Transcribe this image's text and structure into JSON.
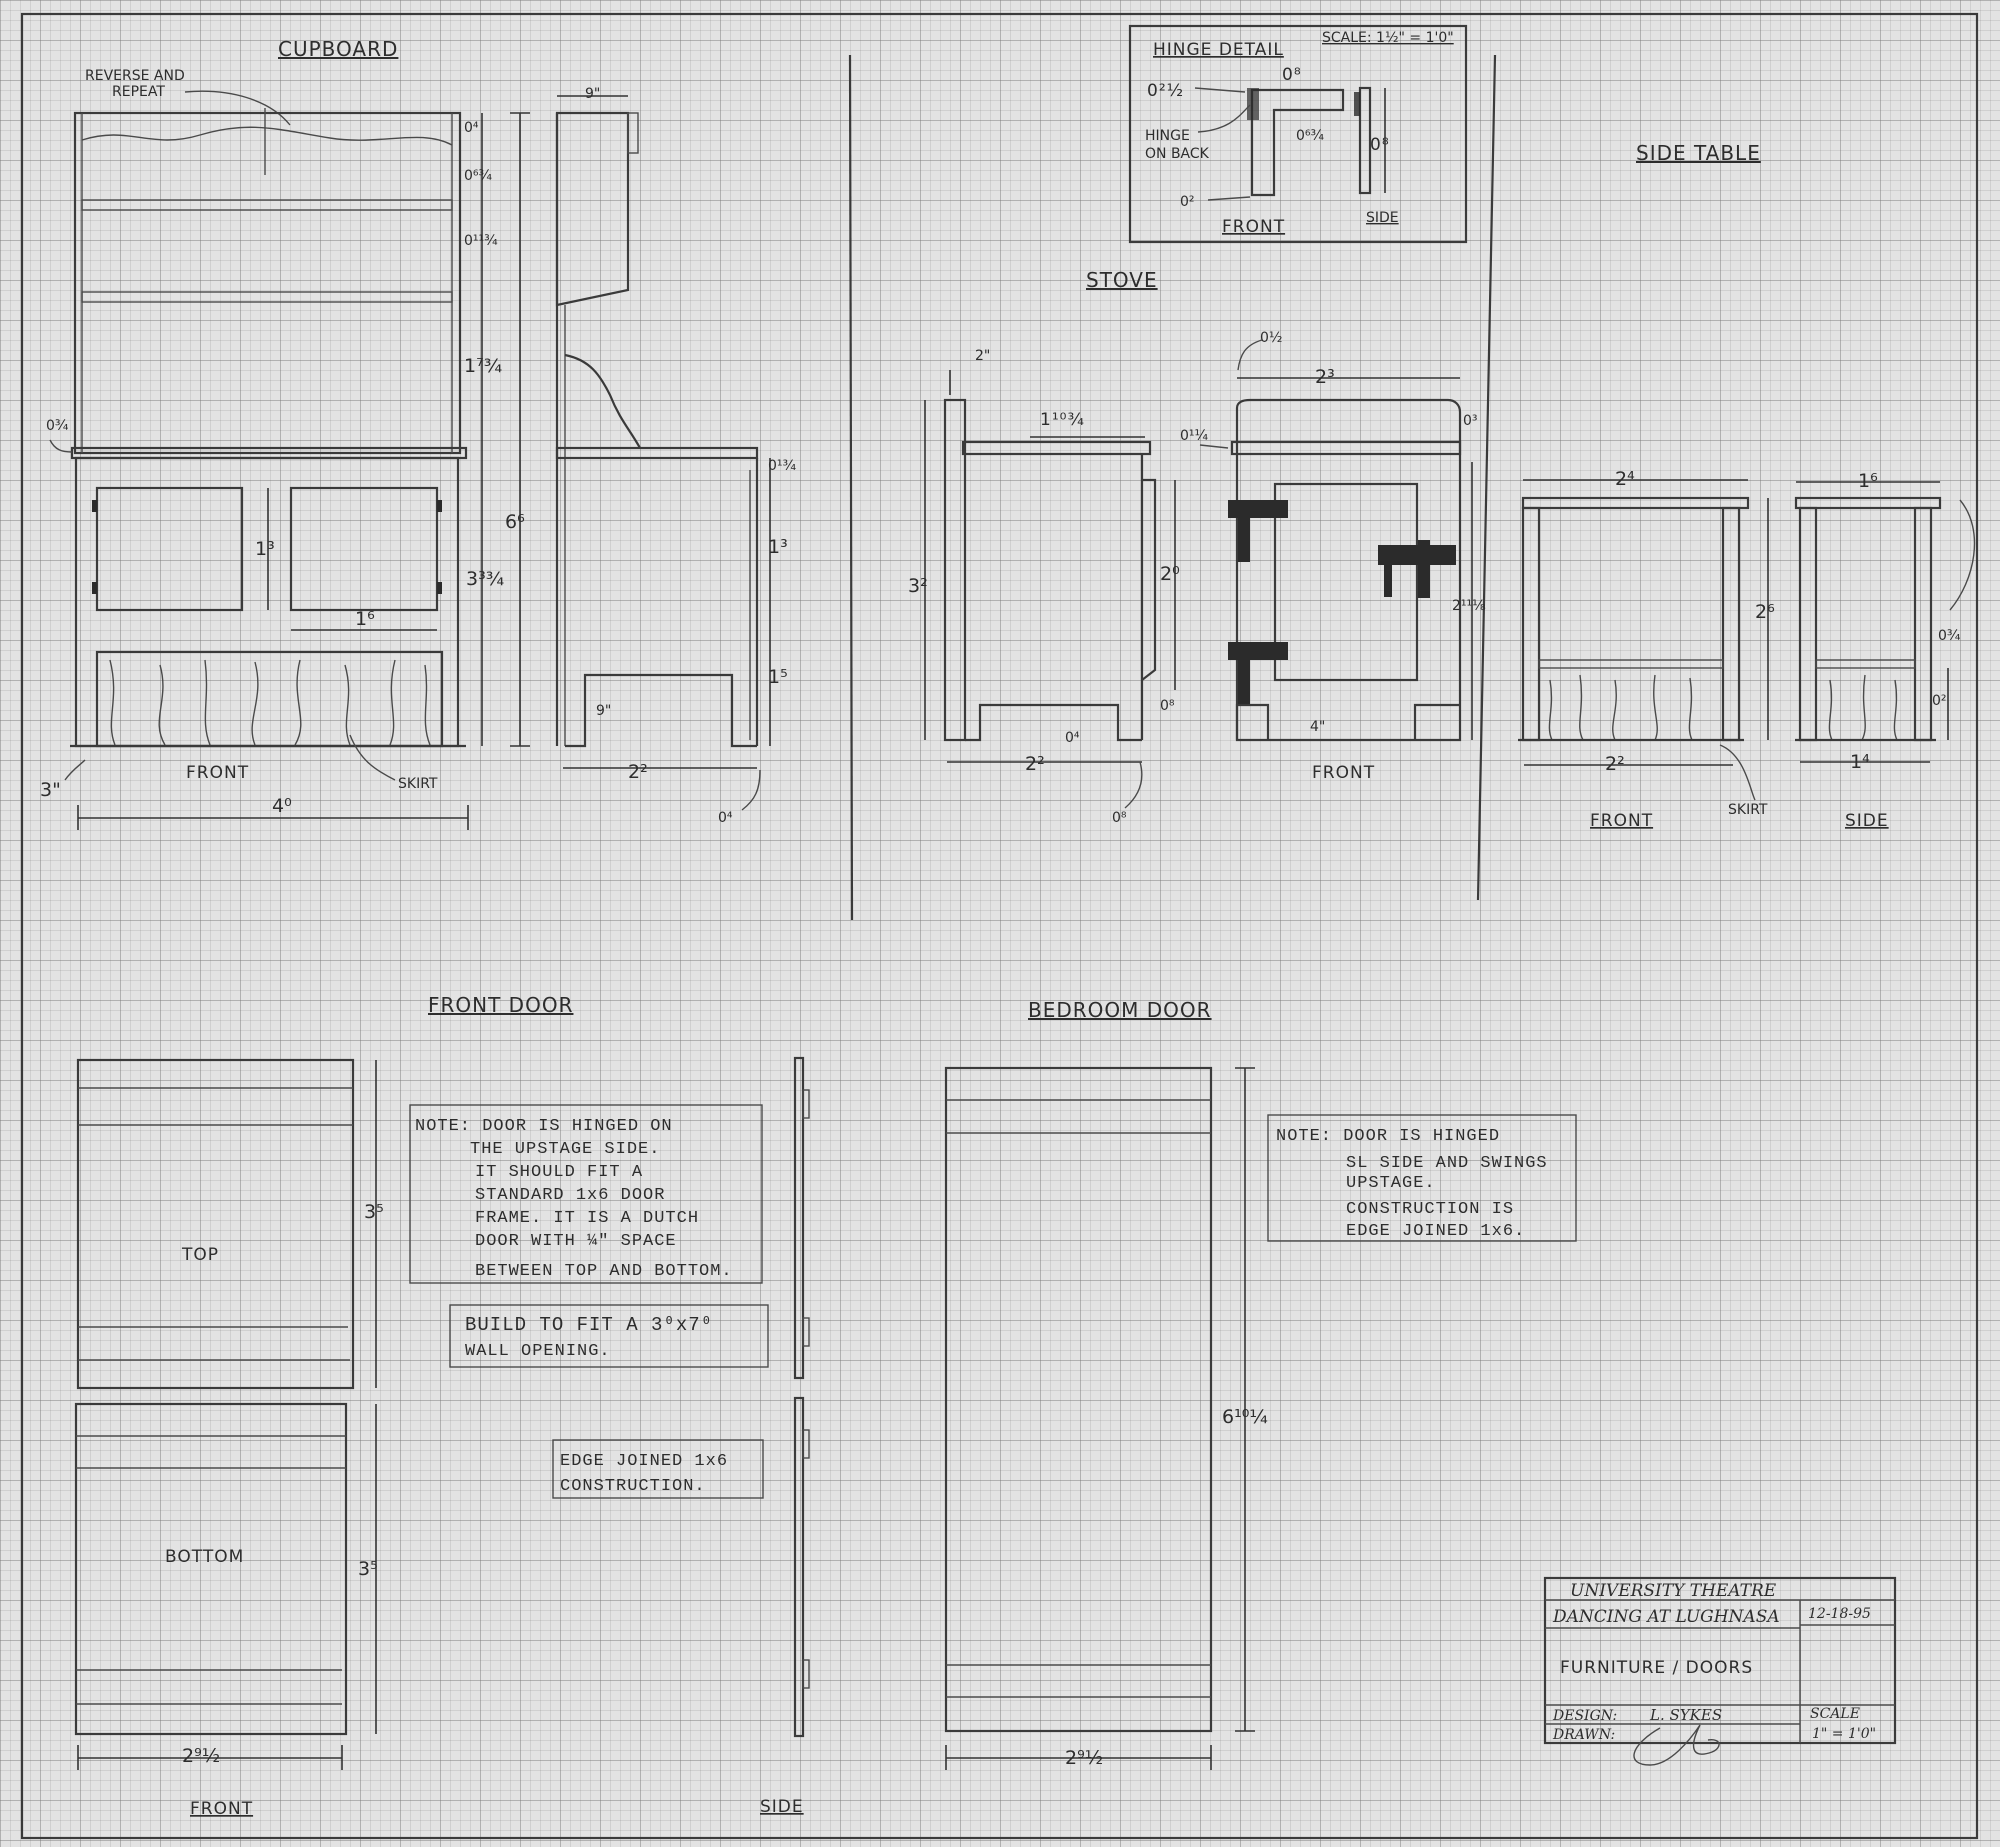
{
  "cupboard": {
    "title": "CUPBOARD",
    "reverse_note": [
      "REVERSE AND",
      "REPEAT"
    ],
    "front_label": "FRONT",
    "skirt_label": "SKIRT",
    "dims": {
      "d_04": "0⁴",
      "d_064": "0⁶¾",
      "d_0114": "0¹¹¾",
      "d_174": "1⁷¾",
      "d_03a": "0¾",
      "d_0134": "0¹³⁄₄",
      "d_13a": "1³",
      "d_16": "1⁶",
      "d_334": "3³¾",
      "d_66": "6⁶",
      "d_9in": "9\"",
      "d_13b": "1³",
      "d_15": "1⁵",
      "d_9b": "9\"",
      "d_3in": "3\"",
      "d_40": "4⁰",
      "d_22": "2²",
      "d_04b": "0⁴"
    }
  },
  "hinge": {
    "title": "HINGE DETAIL",
    "scale": "SCALE: 1½\" = 1'0\"",
    "hinge_on_back": [
      "HINGE",
      "ON BACK"
    ],
    "front_label": "FRONT",
    "side_label": "SIDE",
    "dims": {
      "a": "0²½",
      "b": "0⁸",
      "c": "0⁶¾",
      "d": "0⁸",
      "e": "0²"
    }
  },
  "stove": {
    "title": "STOVE",
    "front_label": "FRONT",
    "dims": {
      "d_2in": "2\"",
      "d_110": "1¹⁰¾",
      "d_32": "3²",
      "d_20": "2⁰",
      "d_08a": "0⁸",
      "d_04": "0⁴",
      "d_22": "2²",
      "d_08b": "0⁸",
      "d_04top": "0½",
      "d_23": "2³",
      "d_0114": "0¹¼",
      "d_03": "0³",
      "d_2118": "2¹¹⅛",
      "d_4in": "4\""
    }
  },
  "side_table": {
    "title": "SIDE TABLE",
    "front_label": "FRONT",
    "side_label": "SIDE",
    "skirt_label": "SKIRT",
    "dims": {
      "d_24": "2⁴",
      "d_26": "2⁶",
      "d_22": "2²",
      "d_16": "1⁶",
      "d_034": "0¾",
      "d_02": "0²",
      "d_14": "1⁴"
    }
  },
  "front_door": {
    "title": "FRONT DOOR",
    "top_label": "TOP",
    "bottom_label": "BOTTOM",
    "front_label": "FRONT",
    "side_label": "SIDE",
    "dims": {
      "h_top": "3⁵",
      "h_bottom": "3⁵",
      "width": "2⁹½"
    },
    "note": [
      "NOTE: DOOR IS HINGED ON",
      "THE UPSTAGE SIDE.",
      "IT SHOULD FIT A",
      "STANDARD 1x6 DOOR",
      "FRAME. IT IS A DUTCH",
      "DOOR WITH ¼\" SPACE",
      "BETWEEN TOP AND BOTTOM."
    ],
    "build_note": [
      "BUILD TO FIT A 3⁰x7⁰",
      "WALL OPENING."
    ],
    "edge_note": [
      "EDGE JOINED 1x6",
      "CONSTRUCTION."
    ]
  },
  "bedroom_door": {
    "title": "BEDROOM DOOR",
    "dims": {
      "height": "6¹⁰¼",
      "width": "2⁹½"
    },
    "note": [
      "NOTE: DOOR IS HINGED",
      "SL SIDE AND SWINGS",
      "UPSTAGE.",
      "CONSTRUCTION IS",
      "EDGE JOINED 1x6."
    ]
  },
  "title_block": {
    "org": "UNIVERSITY THEATRE",
    "play": "DANCING AT LUGHNASA",
    "date": "12-18-95",
    "sheet": "FURNITURE / DOORS",
    "design_label": "DESIGN:",
    "designer": "L. SYKES",
    "drawn_label": "DRAWN:",
    "scale_label": "SCALE",
    "scale_value": "1\" = 1'0\""
  }
}
